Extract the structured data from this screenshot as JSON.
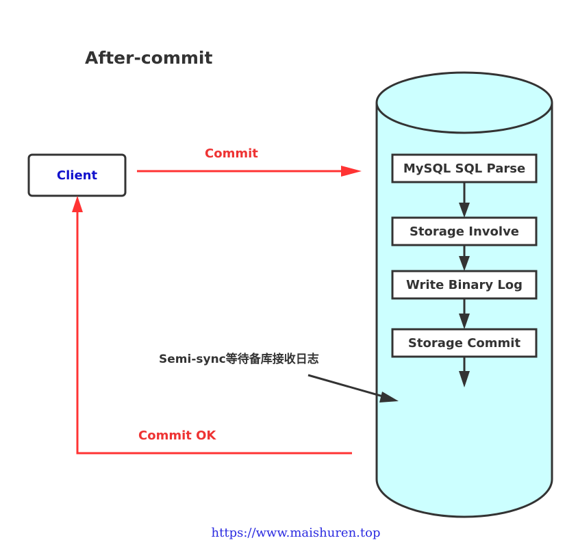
{
  "title": "After-commit",
  "client": {
    "label": "Client"
  },
  "arrows": {
    "commit_label": "Commit",
    "commit_ok_label": "Commit OK"
  },
  "steps": [
    {
      "label": "MySQL SQL Parse"
    },
    {
      "label": "Storage Involve"
    },
    {
      "label": "Write Binary Log"
    },
    {
      "label": "Storage Commit"
    }
  ],
  "note": "Semi-sync等待备库接收日志",
  "footer": "https://www.maishuren.top",
  "colors": {
    "cylinder_fill": "#ccffff",
    "arrow_red": "#ff3333",
    "client_text": "#1111cc",
    "text_dark": "#333333"
  }
}
